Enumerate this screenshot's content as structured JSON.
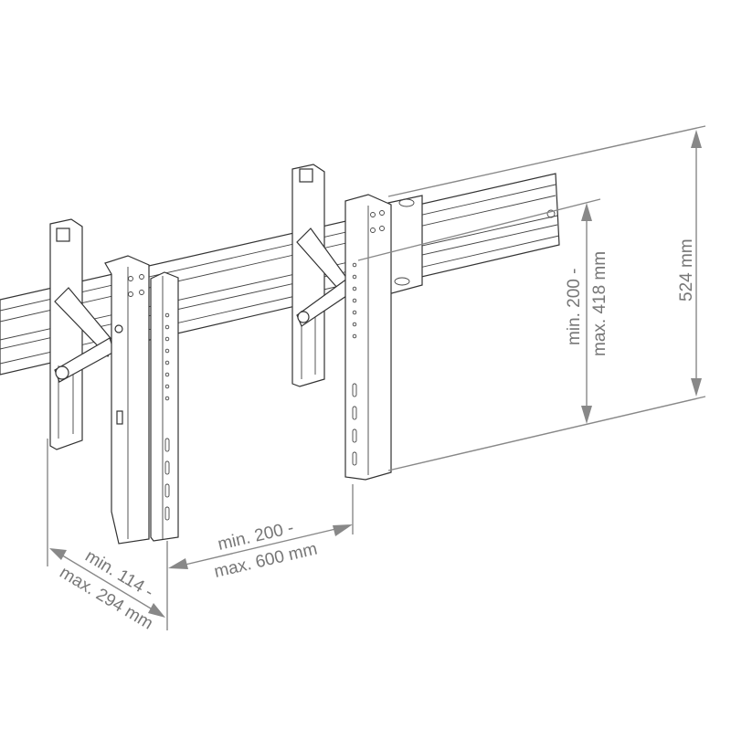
{
  "title": "Video wall mount bracket dimensions",
  "dimensions": {
    "height_total": "524 mm",
    "vesa_height_line1": "min. 200 -",
    "vesa_height_line2": "max. 418 mm",
    "vesa_width_line1": "min. 200 -",
    "vesa_width_line2": "max. 600 mm",
    "depth_line1": "min. 114 -",
    "depth_line2": "max. 294 mm"
  },
  "colors": {
    "line": "#333333",
    "dimension": "#888888"
  }
}
